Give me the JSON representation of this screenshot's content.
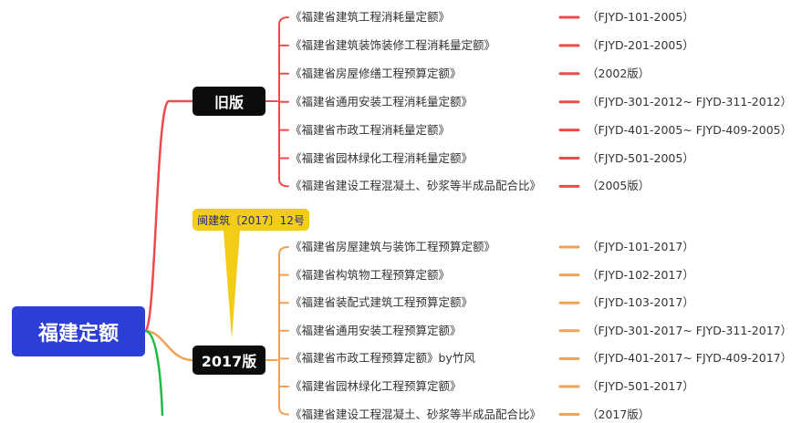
{
  "root": {
    "label": "福建定额"
  },
  "branches": [
    {
      "label": "旧版",
      "color": "#ee4a4a",
      "items": [
        {
          "name": "《福建省建筑工程消耗量定额》",
          "code": "（FJYD-101-2005）"
        },
        {
          "name": "《福建省建筑装饰装修工程消耗量定额》",
          "code": "（FJYD-201-2005）"
        },
        {
          "name": "《福建省房屋修缮工程预算定额》",
          "code": "（2002版）"
        },
        {
          "name": "《福建省通用安装工程消耗量定额》",
          "code": "（FJYD-301-2012~ FJYD-311-2012）"
        },
        {
          "name": "《福建省市政工程消耗量定额》",
          "code": "（FJYD-401-2005~ FJYD-409-2005）"
        },
        {
          "name": "《福建省园林绿化工程消耗量定额》",
          "code": "（FJYD-501-2005）"
        },
        {
          "name": "《福建省建设工程混凝土、砂浆等半成品配合比》",
          "code": "（2005版）"
        }
      ]
    },
    {
      "label": "2017版",
      "color": "#f2a154",
      "callout": "闽建筑〔2017〕12号",
      "callout_color": "#f2cc16",
      "items": [
        {
          "name": "《福建省房屋建筑与装饰工程预算定额》",
          "code": "（FJYD-101-2017）"
        },
        {
          "name": "《福建省构筑物工程预算定额》",
          "code": "（FJYD-102-2017）"
        },
        {
          "name": "《福建省装配式建筑工程预算定额》",
          "code": "（FJYD-103-2017）"
        },
        {
          "name": "《福建省通用安装工程预算定额》",
          "code": "（FJYD-301-2017~ FJYD-311-2017）"
        },
        {
          "name": "《福建省市政工程预算定额》by竹风",
          "code": "（FJYD-401-2017~ FJYD-409-2017）"
        },
        {
          "name": "《福建省园林绿化工程预算定额》",
          "code": "（FJYD-501-2017）"
        },
        {
          "name": "《福建省建设工程混凝土、砂浆等半成品配合比》",
          "code": "（2017版）"
        }
      ]
    }
  ],
  "colors": {
    "root": "#2b3fd6",
    "branch_box": "#0c0c0c",
    "third_edge": "#22bb44"
  }
}
